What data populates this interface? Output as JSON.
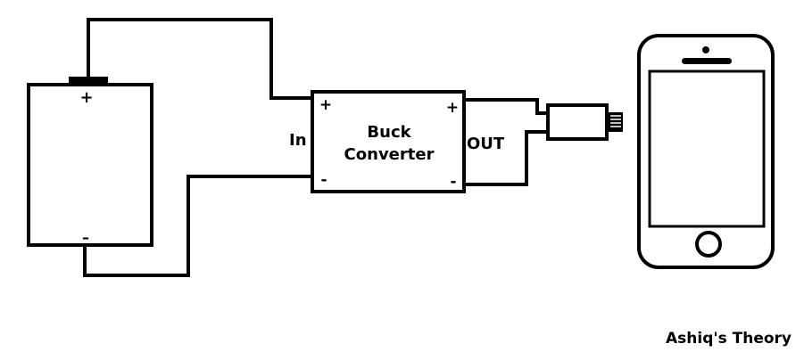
{
  "battery": {
    "positive_sign": "+",
    "negative_sign": "–"
  },
  "converter": {
    "title_line1": "Buck",
    "title_line2": "Converter",
    "input_label": "In",
    "output_label": "OUT",
    "in_positive": "+",
    "in_negative": "-",
    "out_positive": "+",
    "out_negative": "-"
  },
  "credit": "Ashiq's Theory"
}
